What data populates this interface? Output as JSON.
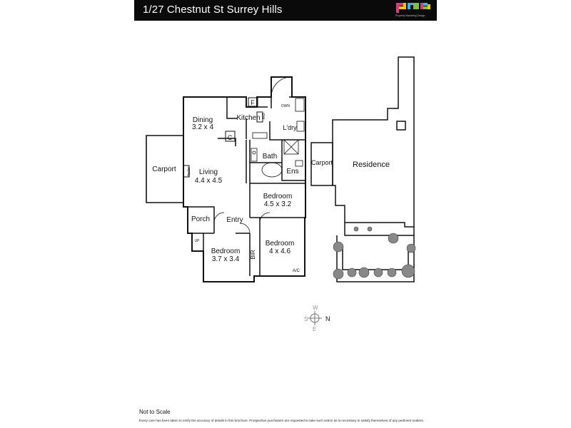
{
  "header": {
    "title": "1/27 Chestnut St Surrey Hills",
    "logo_text": "pmd",
    "logo_tagline": "Property Marketing Design",
    "logo_colors": [
      "#e8308c",
      "#f5c400",
      "#35b7e8",
      "#7ac143"
    ]
  },
  "unit_plan": {
    "dining": {
      "name": "Dining",
      "size": "3.2 x 4"
    },
    "kitchen": {
      "name": "Kitchen"
    },
    "dishwasher": "DW",
    "dwn": "DWN",
    "laundry": "L'dry",
    "fridge": "F",
    "cupboard": "C",
    "living": {
      "name": "Living",
      "size": "4.4 x 4.5"
    },
    "heater": "Heater",
    "carport": "Carport",
    "bath": "Bath",
    "ensuite": "Ens",
    "bedroom_1": {
      "name": "Bedroom",
      "size": "4.5 x 3.2"
    },
    "porch": "Porch",
    "entry": "Entry",
    "up": "UP",
    "bedroom_2": {
      "name": "Bedroom",
      "size": "3.7 x 3.4"
    },
    "bir": "BIR",
    "bedroom_3": {
      "name": "Bedroom",
      "size": "4 x 4.6"
    },
    "ac": "A/C"
  },
  "site_plan": {
    "carport": "Carport",
    "residence": "Residence"
  },
  "compass": {
    "north": "N",
    "south": "S",
    "east": "E",
    "west": "W"
  },
  "footer": {
    "scale_note": "Not to Scale",
    "disclaimer": "Every care has been taken to verify the accuracy of details in this brochure. Prospective purchasers are requested to take such action as is necessary to satisfy themselves of any pertinent matters."
  }
}
